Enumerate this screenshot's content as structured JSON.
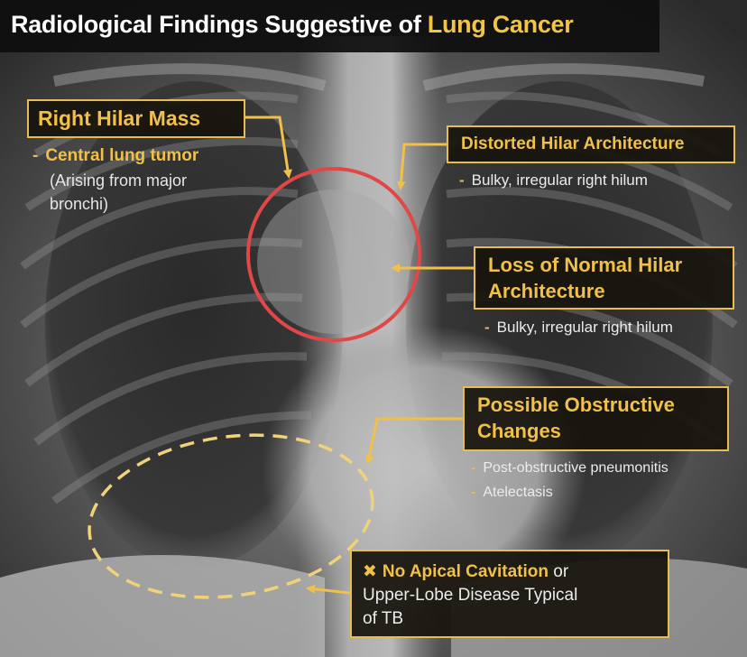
{
  "title": {
    "main": "Radiological Findings Suggestive of",
    "accent": "Lung Cancer"
  },
  "annotations": {
    "right_hilar_mass": {
      "label": "Right Hilar Mass",
      "sub_bold": "Central lung tumor",
      "sub_line2": "(Arising from major",
      "sub_line3": "bronchi)"
    },
    "distorted_hilar": {
      "label": "Distorted Hilar Architecture",
      "sub": "Bulky, irregular right hilum"
    },
    "loss_normal_hilar": {
      "label_line1": "Loss of Normal Hilar",
      "label_line2": "Architecture",
      "sub": "Bulky, irregular right hilum"
    },
    "obstructive": {
      "label_line1": "Possible Obstructive",
      "label_line2": "Changes",
      "sub1": "Post-obstructive pneumonitis",
      "sub2": "Atelectasis"
    },
    "no_apical": {
      "icon": "x-mark-icon",
      "label_bold": "No Apical Cavitation",
      "label_rest": " or",
      "line2": "Upper-Lobe Disease Typical",
      "line3": "of TB"
    }
  },
  "colors": {
    "accent": "#f0c04b",
    "circle": "#e04848",
    "dashed_ellipse": "#f0d27a"
  }
}
